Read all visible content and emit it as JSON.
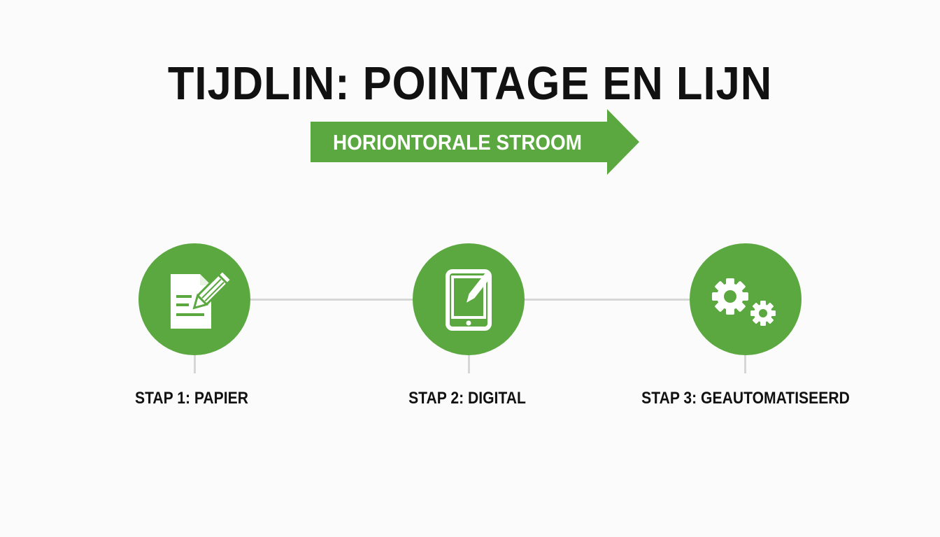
{
  "title": "TIJDLIN: POINTAGE EN LIJN",
  "banner": {
    "label": "HORIONTORALE STROOM",
    "color": "#5aa83f"
  },
  "steps": [
    {
      "label": "STAP 1: PAPIER",
      "icon": "document-pencil-icon"
    },
    {
      "label": "STAP 2: DIGITAL",
      "icon": "tablet-pencil-icon"
    },
    {
      "label": "STAP 3: GEAUTOMATISEERD",
      "icon": "gears-icon"
    }
  ],
  "colors": {
    "accent": "#5aa83f",
    "text": "#111111",
    "line": "#d6d6d6",
    "background": "#fbfbfb"
  }
}
